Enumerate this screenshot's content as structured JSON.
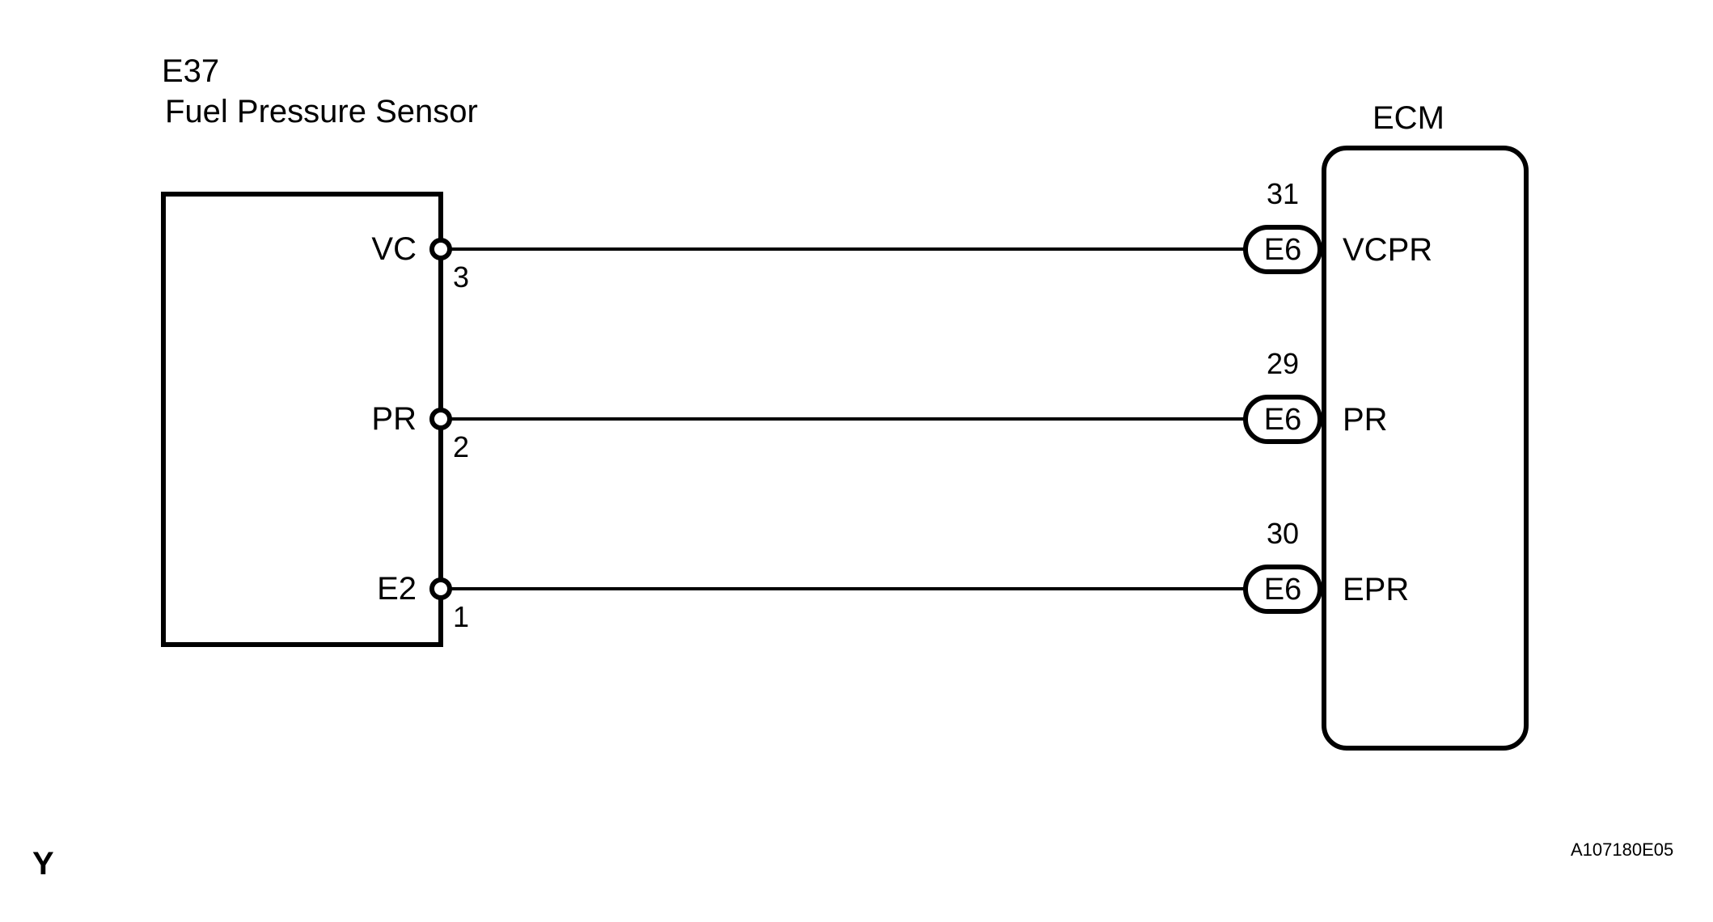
{
  "diagram": {
    "type": "automotive-wiring-diagram",
    "reference_code": "A107180E05",
    "wire_color_mark": "Y",
    "left_component": {
      "code": "E37",
      "name": "Fuel Pressure Sensor",
      "terminals": [
        {
          "name": "VC",
          "pin": "3"
        },
        {
          "name": "PR",
          "pin": "2"
        },
        {
          "name": "E2",
          "pin": "1"
        }
      ]
    },
    "right_component": {
      "name": "ECM",
      "terminals": [
        {
          "pin_number": "31",
          "connector": "E6",
          "signal": "VCPR"
        },
        {
          "pin_number": "29",
          "connector": "E6",
          "signal": "PR"
        },
        {
          "pin_number": "30",
          "connector": "E6",
          "signal": "EPR"
        }
      ]
    },
    "connections": [
      {
        "from": "E37-3 VC",
        "to": "E6-31 VCPR"
      },
      {
        "from": "E37-2 PR",
        "to": "E6-29 PR"
      },
      {
        "from": "E37-1 E2",
        "to": "E6-30 EPR"
      }
    ],
    "colors": {
      "line": "#000000",
      "background": "#ffffff"
    }
  }
}
